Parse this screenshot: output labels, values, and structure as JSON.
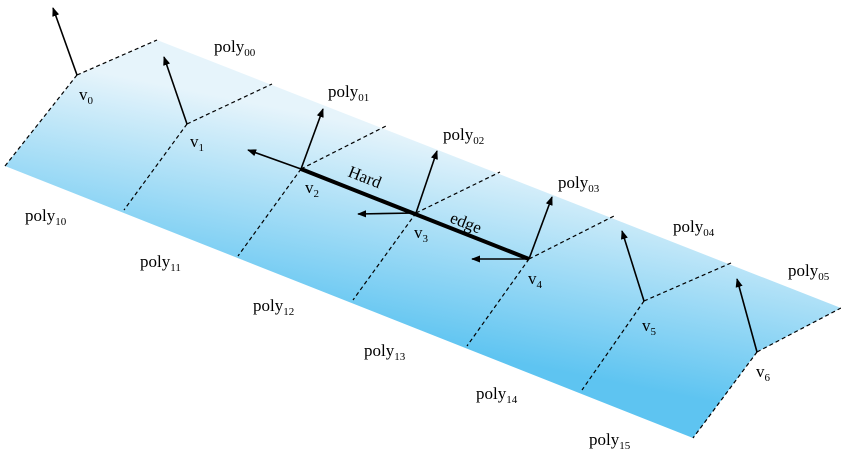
{
  "colors": {
    "surface_top": "#e4f3fb",
    "surface_bottom": "#5ec4f1",
    "ink": "#000000"
  },
  "top_polys": [
    {
      "name": "poly",
      "sub": "00"
    },
    {
      "name": "poly",
      "sub": "01"
    },
    {
      "name": "poly",
      "sub": "02"
    },
    {
      "name": "poly",
      "sub": "03"
    },
    {
      "name": "poly",
      "sub": "04"
    },
    {
      "name": "poly",
      "sub": "05"
    }
  ],
  "bottom_polys": [
    {
      "name": "poly",
      "sub": "10"
    },
    {
      "name": "poly",
      "sub": "11"
    },
    {
      "name": "poly",
      "sub": "12"
    },
    {
      "name": "poly",
      "sub": "13"
    },
    {
      "name": "poly",
      "sub": "14"
    },
    {
      "name": "poly",
      "sub": "15"
    }
  ],
  "vertices": [
    {
      "name": "v",
      "sub": "0"
    },
    {
      "name": "v",
      "sub": "1"
    },
    {
      "name": "v",
      "sub": "2"
    },
    {
      "name": "v",
      "sub": "3"
    },
    {
      "name": "v",
      "sub": "4"
    },
    {
      "name": "v",
      "sub": "5"
    },
    {
      "name": "v",
      "sub": "6"
    }
  ],
  "hard_edge": {
    "word1": "Hard",
    "word2": "edge"
  }
}
